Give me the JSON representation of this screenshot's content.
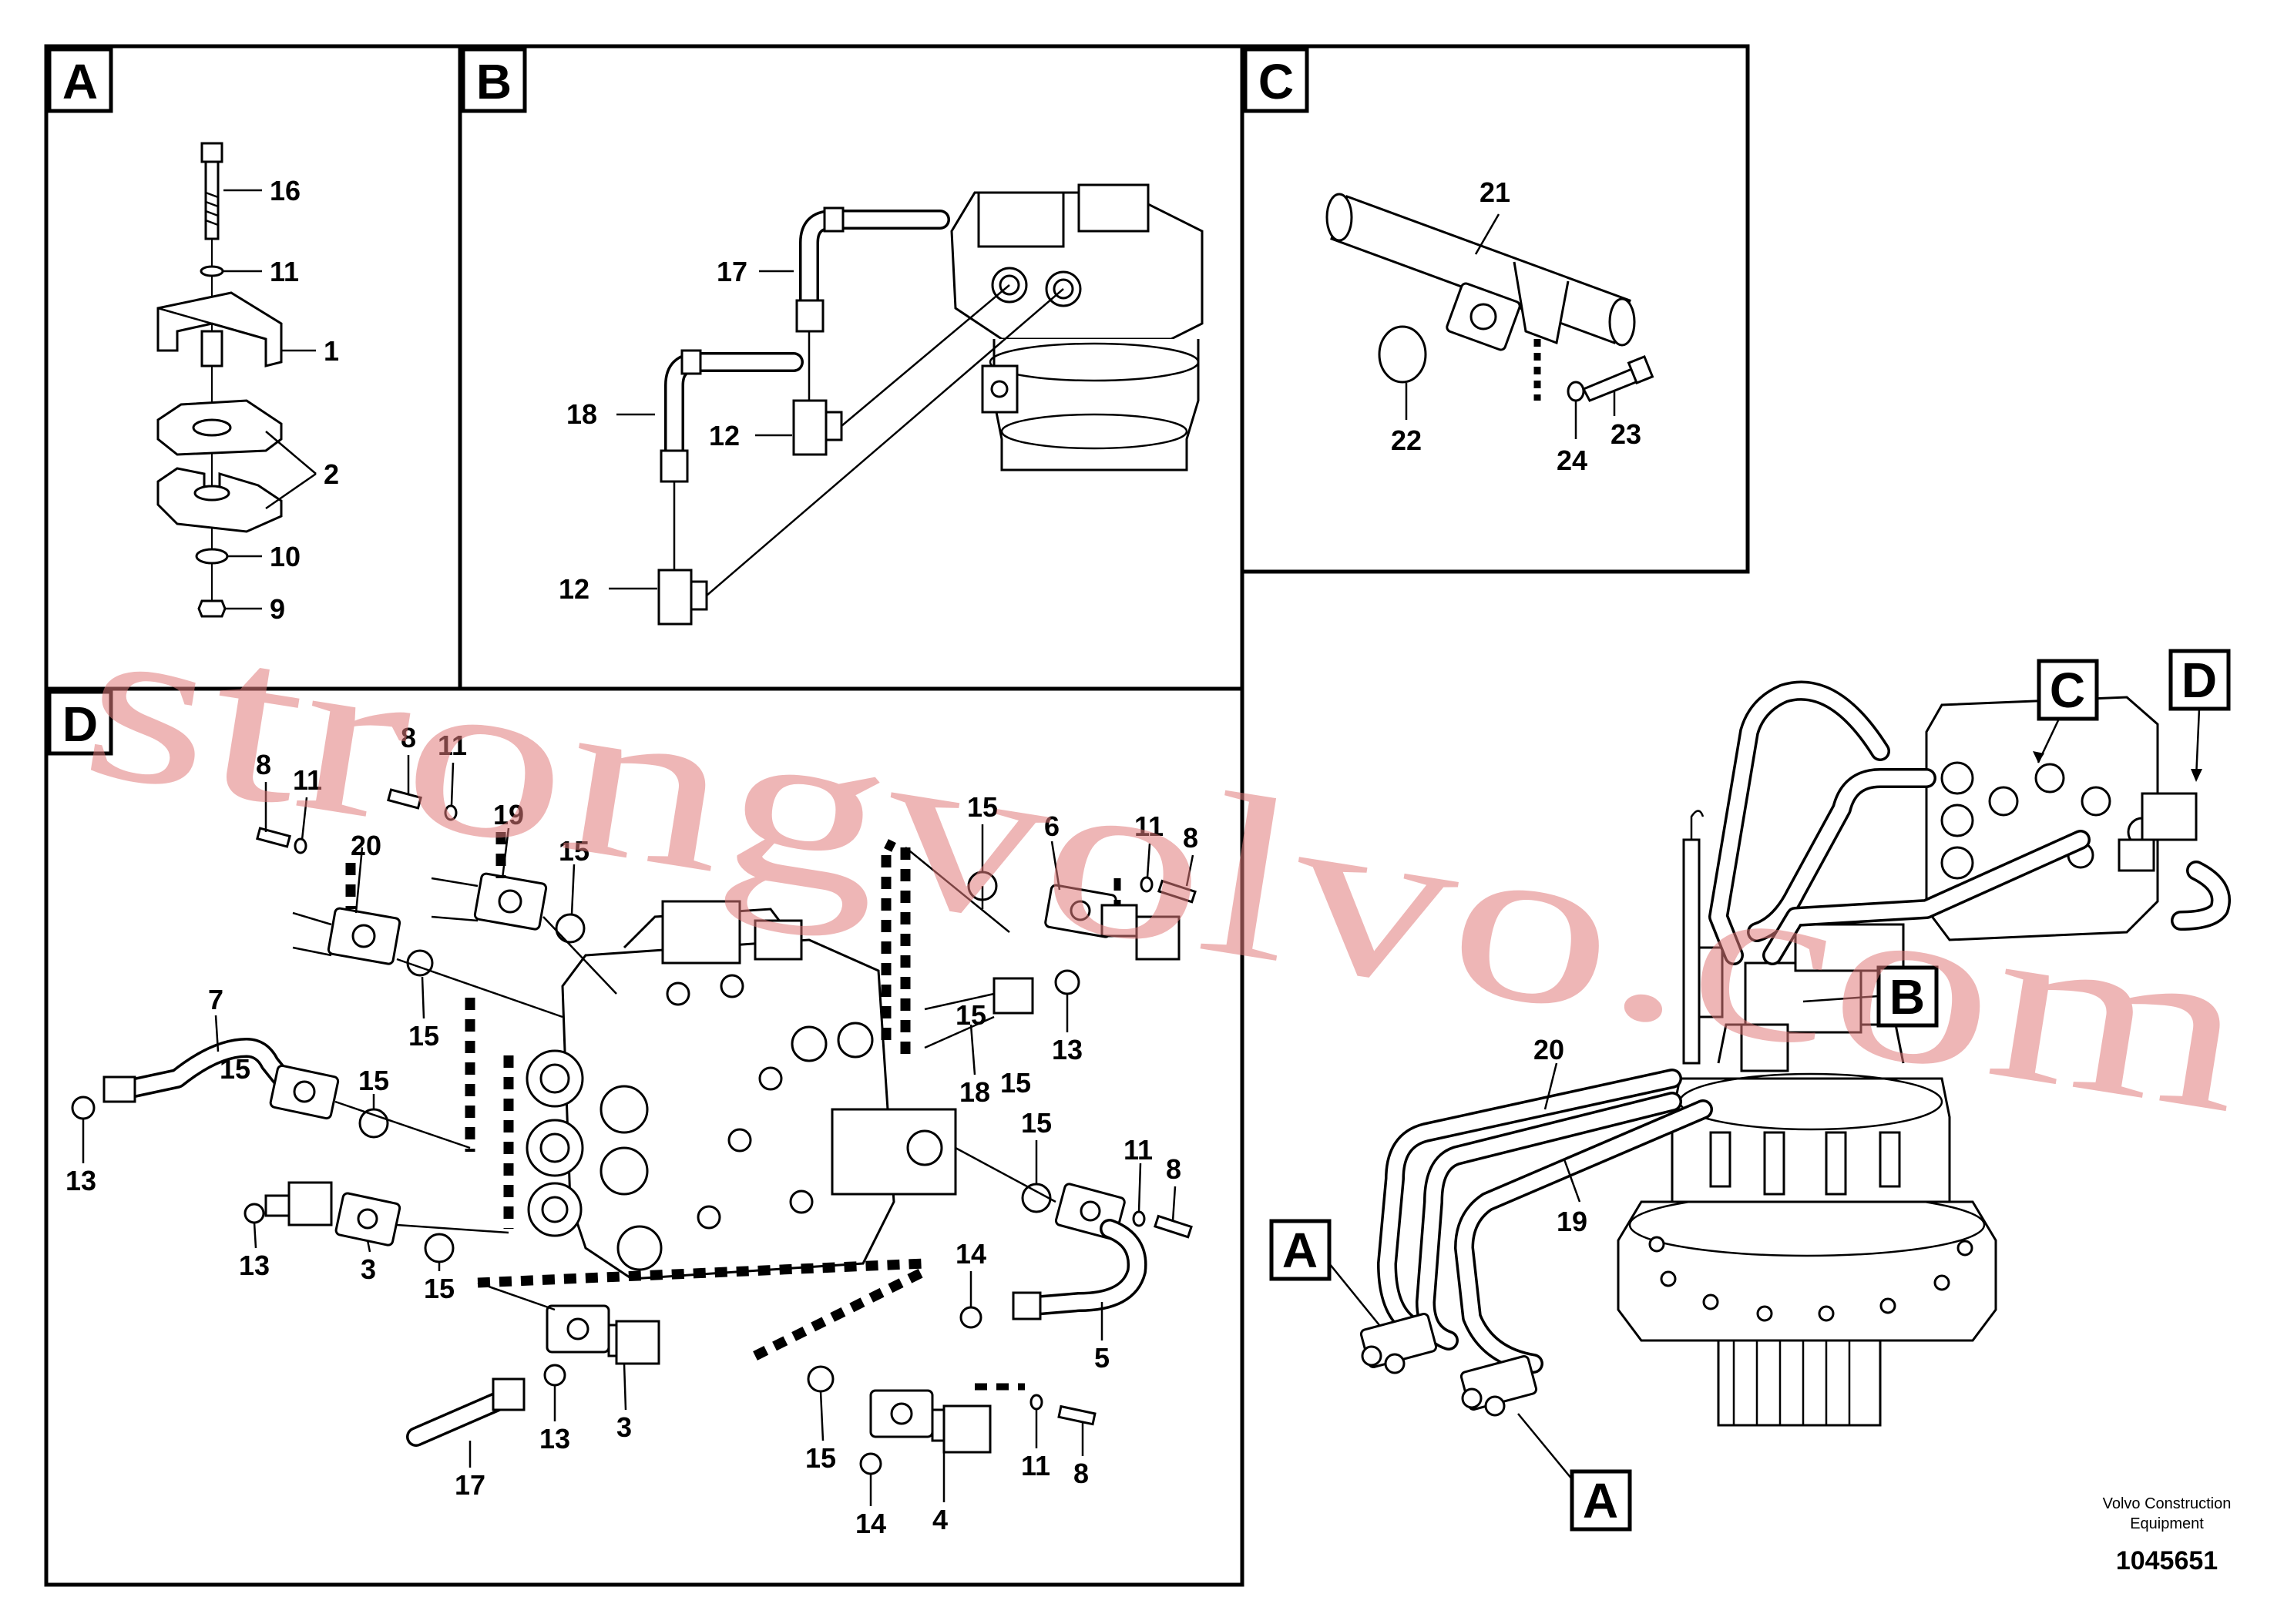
{
  "panels": {
    "A": {
      "label": "A"
    },
    "B": {
      "label": "B"
    },
    "C": {
      "label": "C"
    },
    "D": {
      "label": "D"
    }
  },
  "callouts": {
    "A": [
      "16",
      "11",
      "1",
      "2",
      "10",
      "9"
    ],
    "B": [
      "17",
      "18",
      "12",
      "12"
    ],
    "C": [
      "21",
      "22",
      "24",
      "23"
    ],
    "D": [
      "8",
      "11",
      "20",
      "8",
      "11",
      "19",
      "15",
      "15",
      "15",
      "6",
      "11",
      "8",
      "7",
      "15",
      "15",
      "13",
      "13",
      "3",
      "15",
      "15",
      "18",
      "15",
      "11",
      "8",
      "14",
      "5",
      "13",
      "17",
      "13",
      "3",
      "15",
      "11",
      "8",
      "14",
      "4",
      "15"
    ],
    "main": [
      "20",
      "19"
    ]
  },
  "overview_markers": [
    "C",
    "D",
    "B",
    "A",
    "A"
  ],
  "watermark": "strongvolvo.com",
  "footer": {
    "brand_line1": "Volvo Construction",
    "brand_line2": "Equipment",
    "drawing_number": "1045651"
  }
}
